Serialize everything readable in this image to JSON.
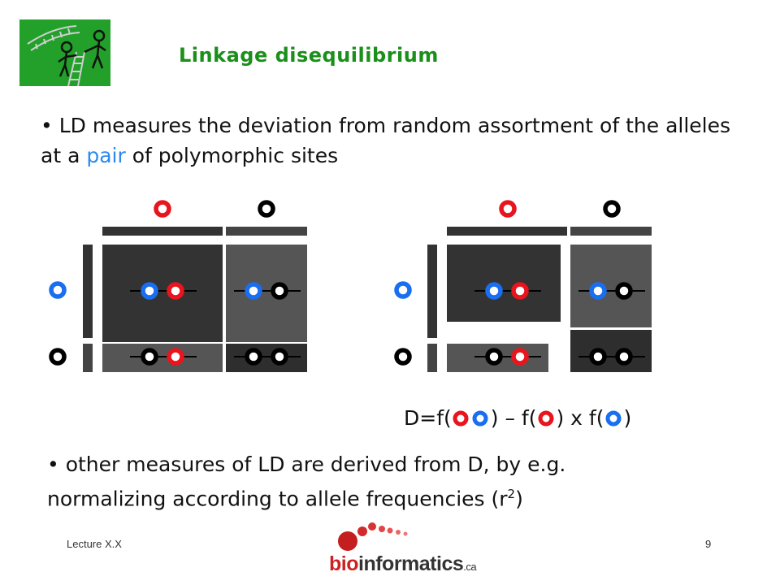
{
  "slide": {
    "title": "Linkage disequilibrium",
    "bullet1": {
      "prefix": "• LD measures the deviation from random assortment of the alleles at a ",
      "highlight": "pair",
      "suffix": " of polymorphic sites"
    },
    "formula": {
      "part1": "D=f(",
      "part2": ") – f(",
      "part3": ") x f(",
      "part4": ")"
    },
    "bullet2": {
      "line1": "• other measures of LD are derived from D, by e.g.",
      "line2_prefix": "normalizing according to allele frequencies (r",
      "line2_sup": "2",
      "line2_suffix": ")"
    }
  },
  "footer": {
    "left": "Lecture X.X",
    "page_number": "9",
    "logo_prefix": "bio",
    "logo_main": "informatics",
    "logo_suffix": ".ca"
  },
  "colors": {
    "title": "#1a8f1a",
    "accent_blue": "#2a8af0",
    "allele_red": "#e8141e",
    "allele_black": "#000000",
    "allele_blue": "#1a6ef0",
    "logo_green": "#22a02a"
  },
  "icons": [
    "stick-figures-logo-icon",
    "red-allele-icon",
    "black-allele-icon",
    "blue-allele-icon",
    "bioinformatics-dots-icon"
  ]
}
